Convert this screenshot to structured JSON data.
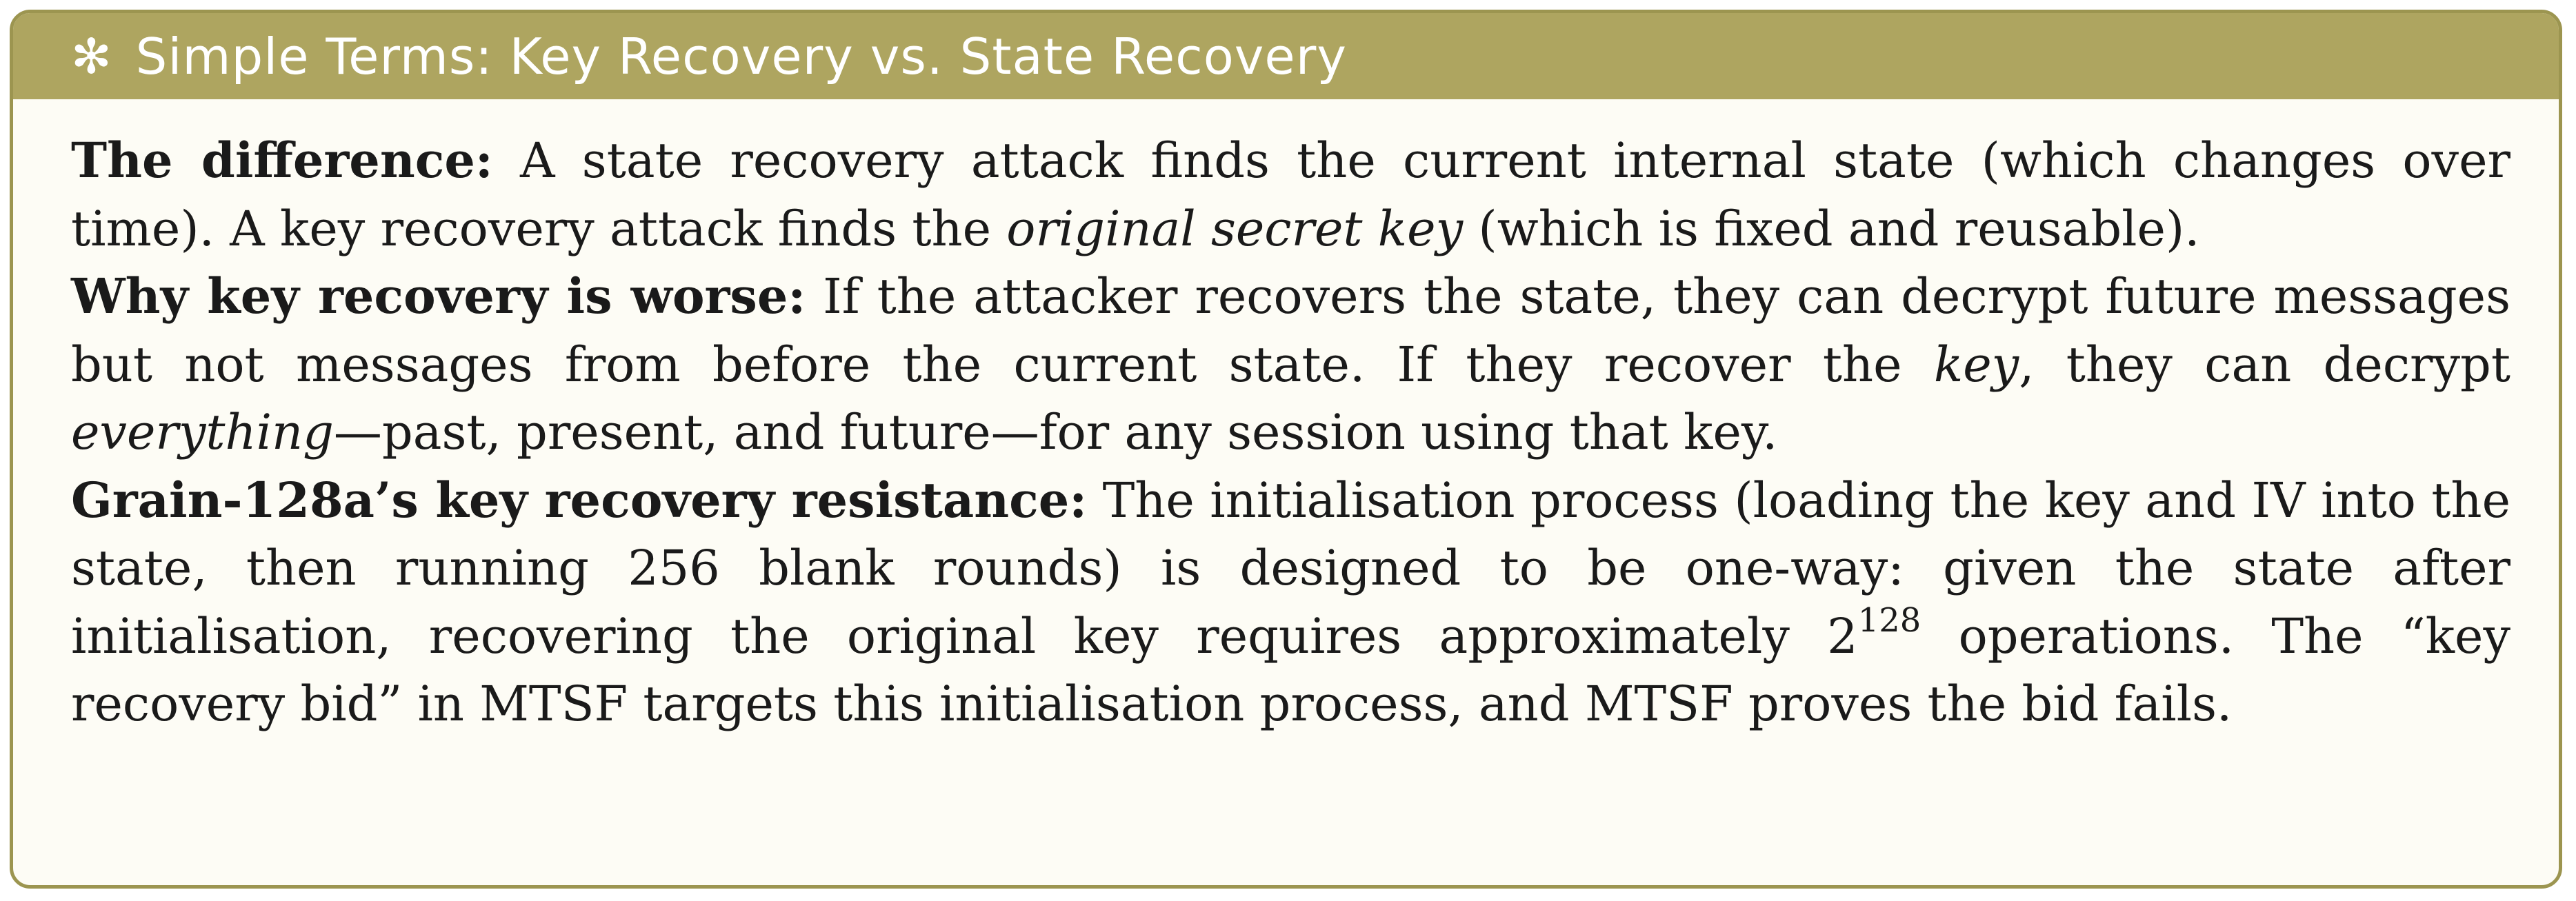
{
  "header": {
    "icon": "asterisk-icon",
    "icon_glyph": "✻",
    "title": "Simple Terms: Key Recovery vs. State Recovery"
  },
  "paragraphs": {
    "difference": {
      "label": "The difference:",
      "text_1": " A state recovery attack finds the current internal state (which changes over time). A key recovery attack finds the ",
      "italic_1": "original secret key",
      "text_2": " (which is fixed and reusable)."
    },
    "why_worse": {
      "label": "Why key recovery is worse:",
      "text_1": " If the attacker recovers the state, they can decrypt future messages but not messages from before the current state. If they recover the ",
      "italic_1": "key",
      "text_2": ", they can decrypt ",
      "italic_2": "everything",
      "text_3": "—past, present, and future—for any session using that key."
    },
    "resistance": {
      "label": "Grain-128a’s key recovery resistance:",
      "text_1": " The initialisation process (loading the key and IV into the state, then running 256 blank rounds) is designed to be one-way: given the state after initialisation, recovering the original key requires approximately 2",
      "superscript": "128",
      "text_2": " operations. The “key recovery bid” in MTSF targets this initialisation process, and MTSF proves the bid fails."
    }
  },
  "colors": {
    "header_bg": "#aea560",
    "border": "#9c9550",
    "body_bg": "#fdfcf5",
    "header_text": "#ffffff"
  }
}
